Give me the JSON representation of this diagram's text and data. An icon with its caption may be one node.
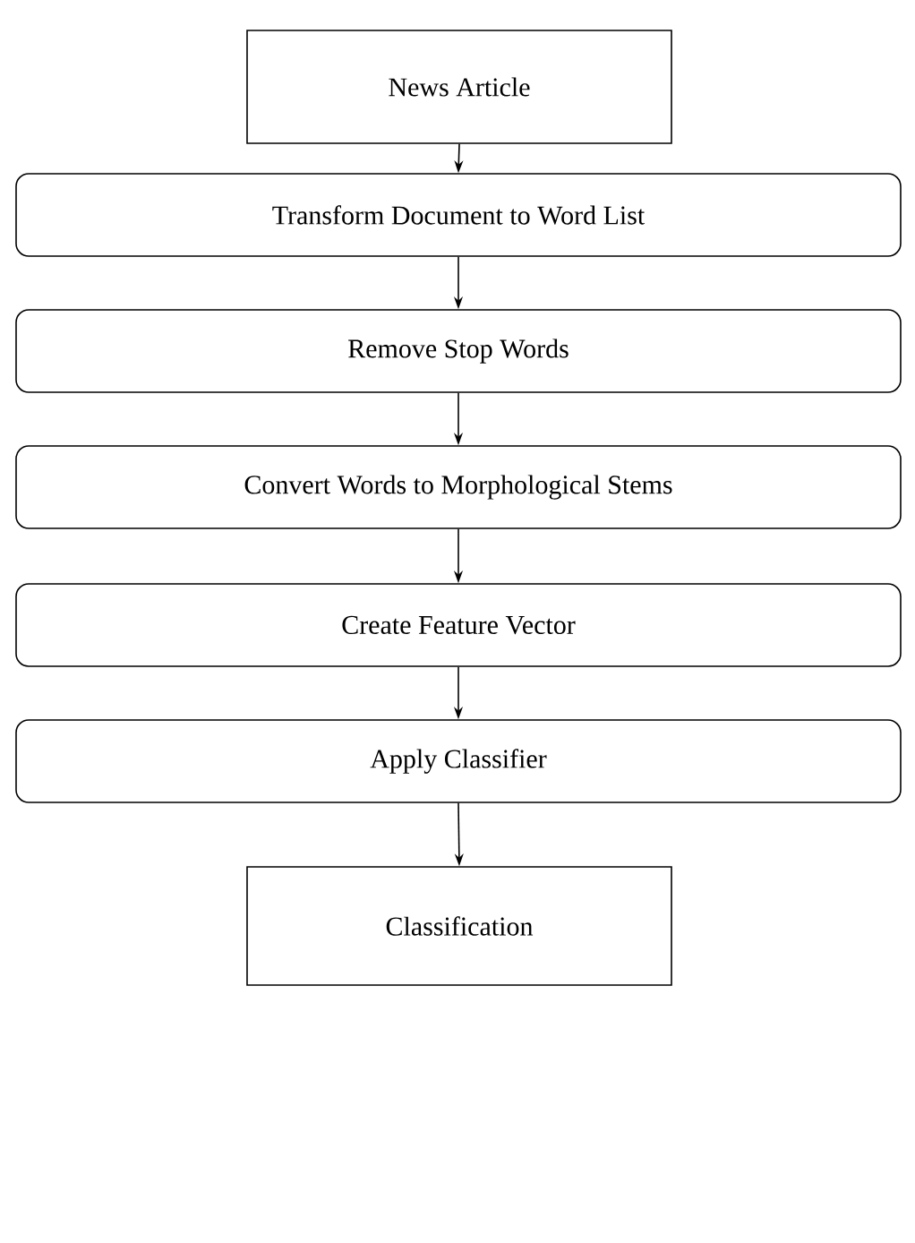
{
  "diagram": {
    "nodes": [
      {
        "text": [
          "News Article"
        ]
      },
      {
        "text": [
          "Transform Document to Word List"
        ]
      },
      {
        "text": [
          "Remove Stop Words"
        ]
      },
      {
        "text": [
          "Convert Words to Morphological Stems"
        ]
      },
      {
        "text": [
          "Create Feature Vector"
        ]
      },
      {
        "text": [
          "Apply Classifier"
        ]
      },
      {
        "text": [
          "Classification"
        ]
      }
    ],
    "edges": [
      {
        "from": 0,
        "to": 1,
        "arrow": "to"
      },
      {
        "from": 1,
        "to": 2,
        "arrow": "to"
      },
      {
        "from": 2,
        "to": 3,
        "arrow": "to"
      },
      {
        "from": 3,
        "to": 4,
        "arrow": "to"
      },
      {
        "from": 4,
        "to": 5,
        "arrow": "to"
      },
      {
        "from": 5,
        "to": 6,
        "arrow": "to"
      }
    ]
  }
}
